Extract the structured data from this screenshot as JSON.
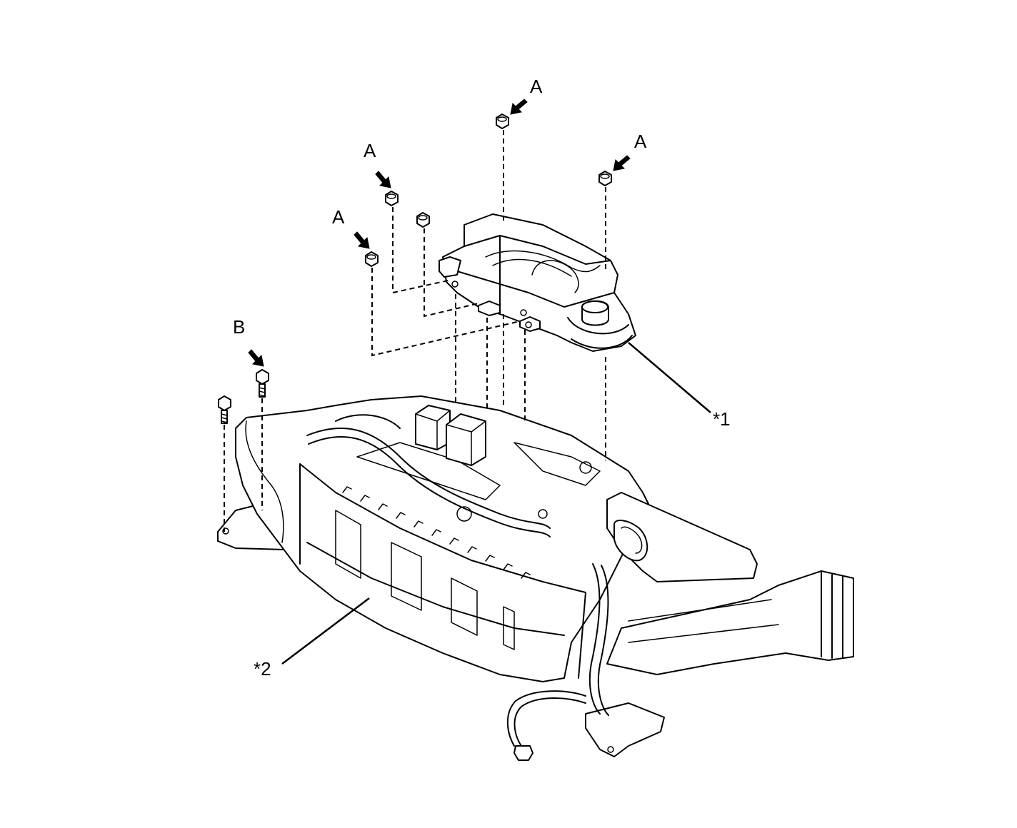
{
  "labels": {
    "nut_a_1": "A",
    "nut_a_2": "A",
    "nut_a_3": "A",
    "nut_a_4": "A",
    "bolt_b": "B",
    "part_1": "*1",
    "part_2": "*2"
  },
  "icons": {
    "nut": "flange-nut-icon",
    "bolt": "flange-bolt-icon",
    "arrow": "indicator-arrow-icon"
  },
  "colors": {
    "line": "#000000",
    "background": "#ffffff"
  }
}
